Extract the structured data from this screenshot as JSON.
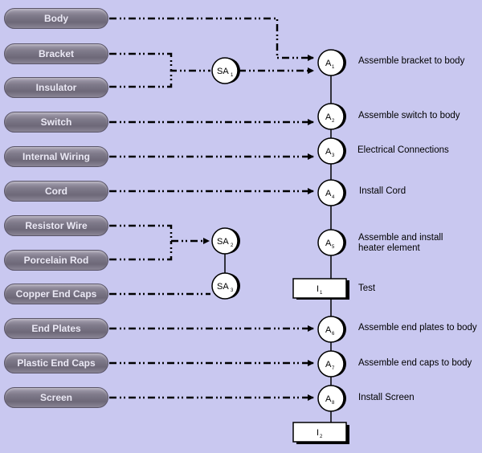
{
  "parts": [
    {
      "label": "Body"
    },
    {
      "label": "Bracket"
    },
    {
      "label": "Insulator"
    },
    {
      "label": "Switch"
    },
    {
      "label": "Internal Wiring"
    },
    {
      "label": "Cord"
    },
    {
      "label": "Resistor Wire"
    },
    {
      "label": "Porcelain Rod"
    },
    {
      "label": "Copper End Caps"
    },
    {
      "label": "End Plates"
    },
    {
      "label": "Plastic End Caps"
    },
    {
      "label": "Screen"
    }
  ],
  "subassemblies": [
    {
      "base": "SA",
      "sub": "1"
    },
    {
      "base": "SA",
      "sub": "2"
    },
    {
      "base": "SA",
      "sub": "3"
    }
  ],
  "operations": [
    {
      "base": "A",
      "sub": "1",
      "label": "Assemble bracket to body"
    },
    {
      "base": "A",
      "sub": "2",
      "label": "Assemble switch to body"
    },
    {
      "base": "A",
      "sub": "3",
      "label": "Electrical Connections"
    },
    {
      "base": "A",
      "sub": "4",
      "label": "Install Cord"
    },
    {
      "base": "A",
      "sub": "5",
      "label": "Assemble and install heater element"
    },
    {
      "base": "I",
      "sub": "1",
      "label": "Test"
    },
    {
      "base": "A",
      "sub": "6",
      "label": "Assemble end plates to body"
    },
    {
      "base": "A",
      "sub": "7",
      "label": "Assemble end caps to body"
    },
    {
      "base": "A",
      "sub": "8",
      "label": "Install Screen"
    },
    {
      "base": "I",
      "sub": "2",
      "label": ""
    }
  ],
  "colors": {
    "background": "#c9c8f0",
    "line": "#000000",
    "pill": "#7f7a8a"
  }
}
